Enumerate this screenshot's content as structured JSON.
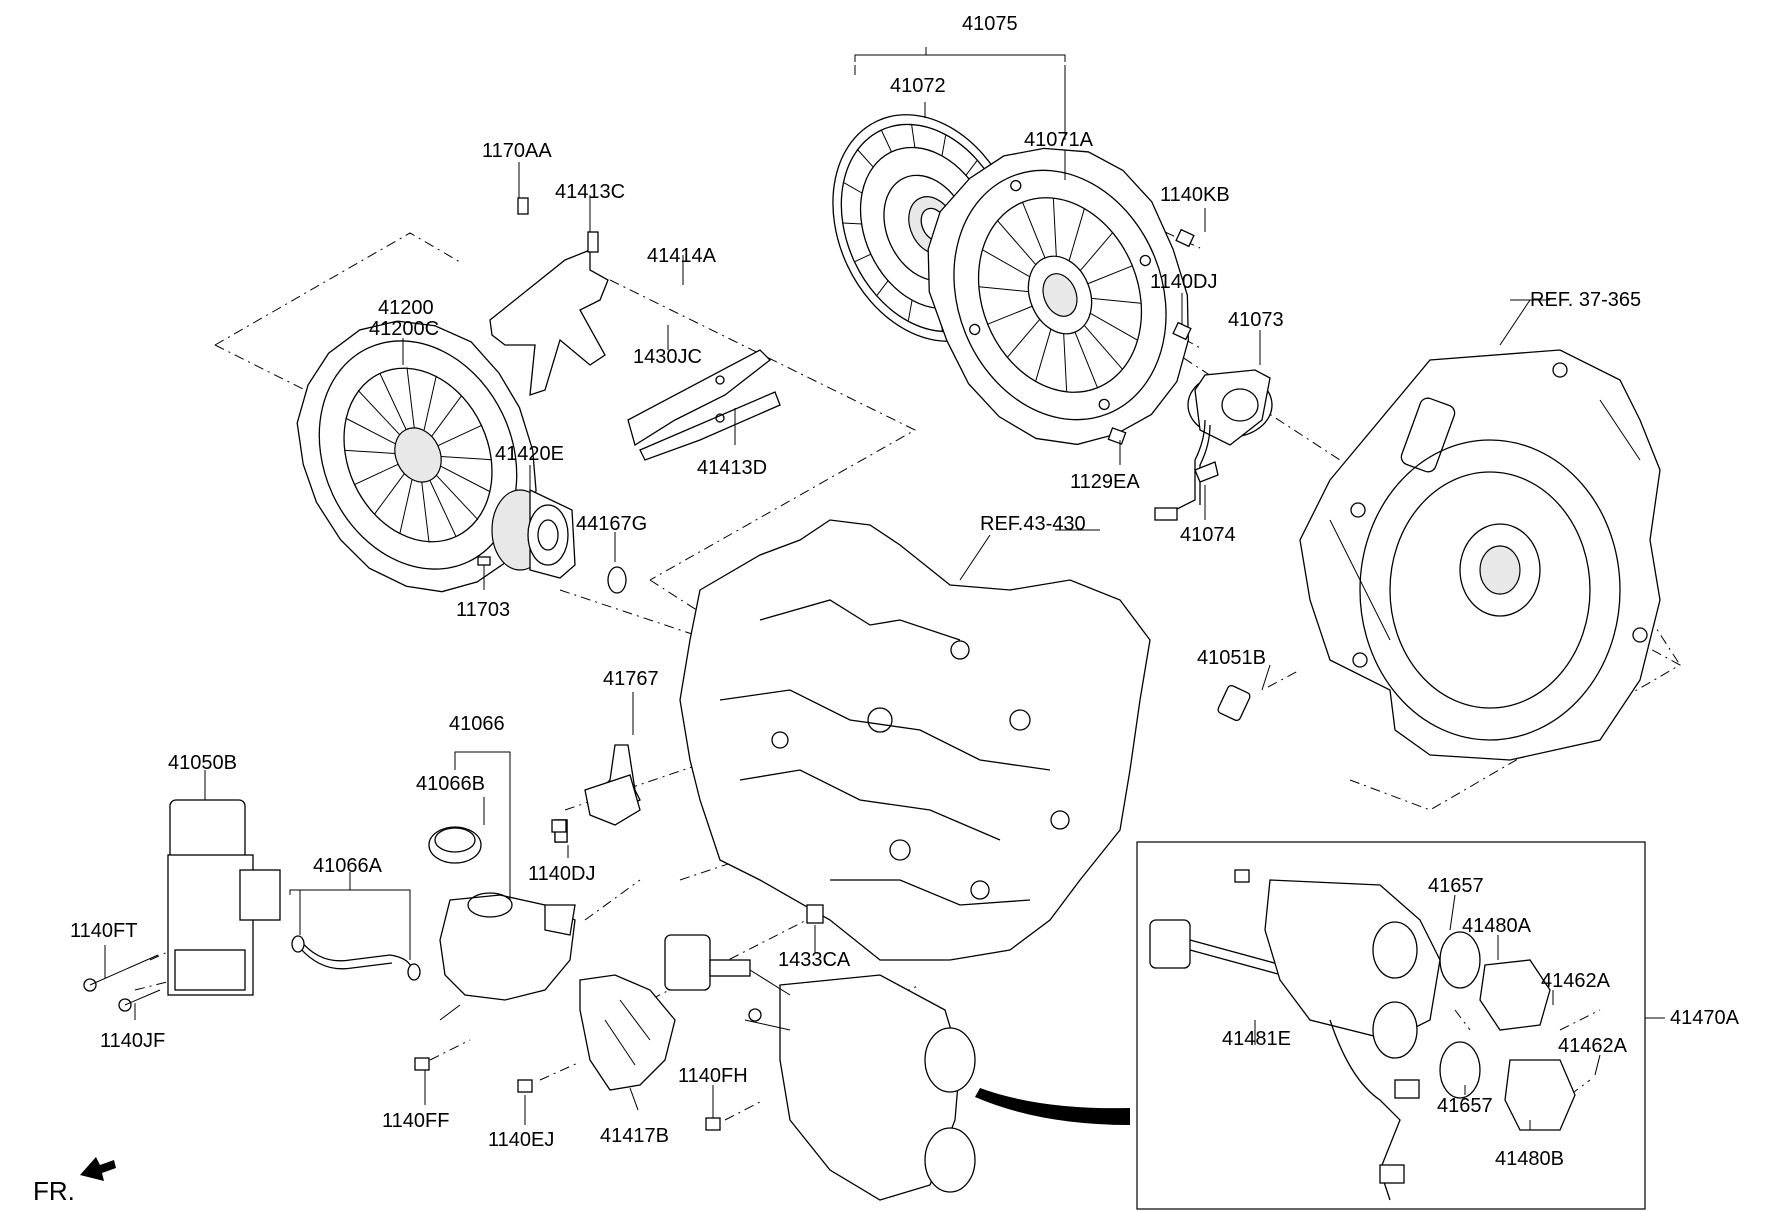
{
  "labels": {
    "p41075": "41075",
    "p41072": "41072",
    "p41071A": "41071A",
    "p1170AA": "1170AA",
    "p41413C": "41413C",
    "p41414A": "41414A",
    "p1430JC": "1430JC",
    "p41200": "41200",
    "p41200C": "41200C",
    "p41413D": "41413D",
    "p41420E": "41420E",
    "p44167G": "44167G",
    "p11703": "11703",
    "p1140KB": "1140KB",
    "p1140DJ_top": "1140DJ",
    "p41073": "41073",
    "ref37365": "REF. 37-365",
    "p1129EA": "1129EA",
    "p41074": "41074",
    "ref43430": "REF.43-430",
    "p41051B": "41051B",
    "p41767": "41767",
    "p41066": "41066",
    "p41066B": "41066B",
    "p41050B": "41050B",
    "p1140DJ_mid": "1140DJ",
    "p41066A": "41066A",
    "p1140FT": "1140FT",
    "p1140JF": "1140JF",
    "p1433CA": "1433CA",
    "p1140FF": "1140FF",
    "p1140EJ": "1140EJ",
    "p1140FH": "1140FH",
    "p41417B": "41417B",
    "p41657_top": "41657",
    "p41480A": "41480A",
    "p41462A_top": "41462A",
    "p41470A": "41470A",
    "p41481E": "41481E",
    "p41462A_bot": "41462A",
    "p41657_bot": "41657",
    "p41480B": "41480B",
    "fr": "FR."
  }
}
